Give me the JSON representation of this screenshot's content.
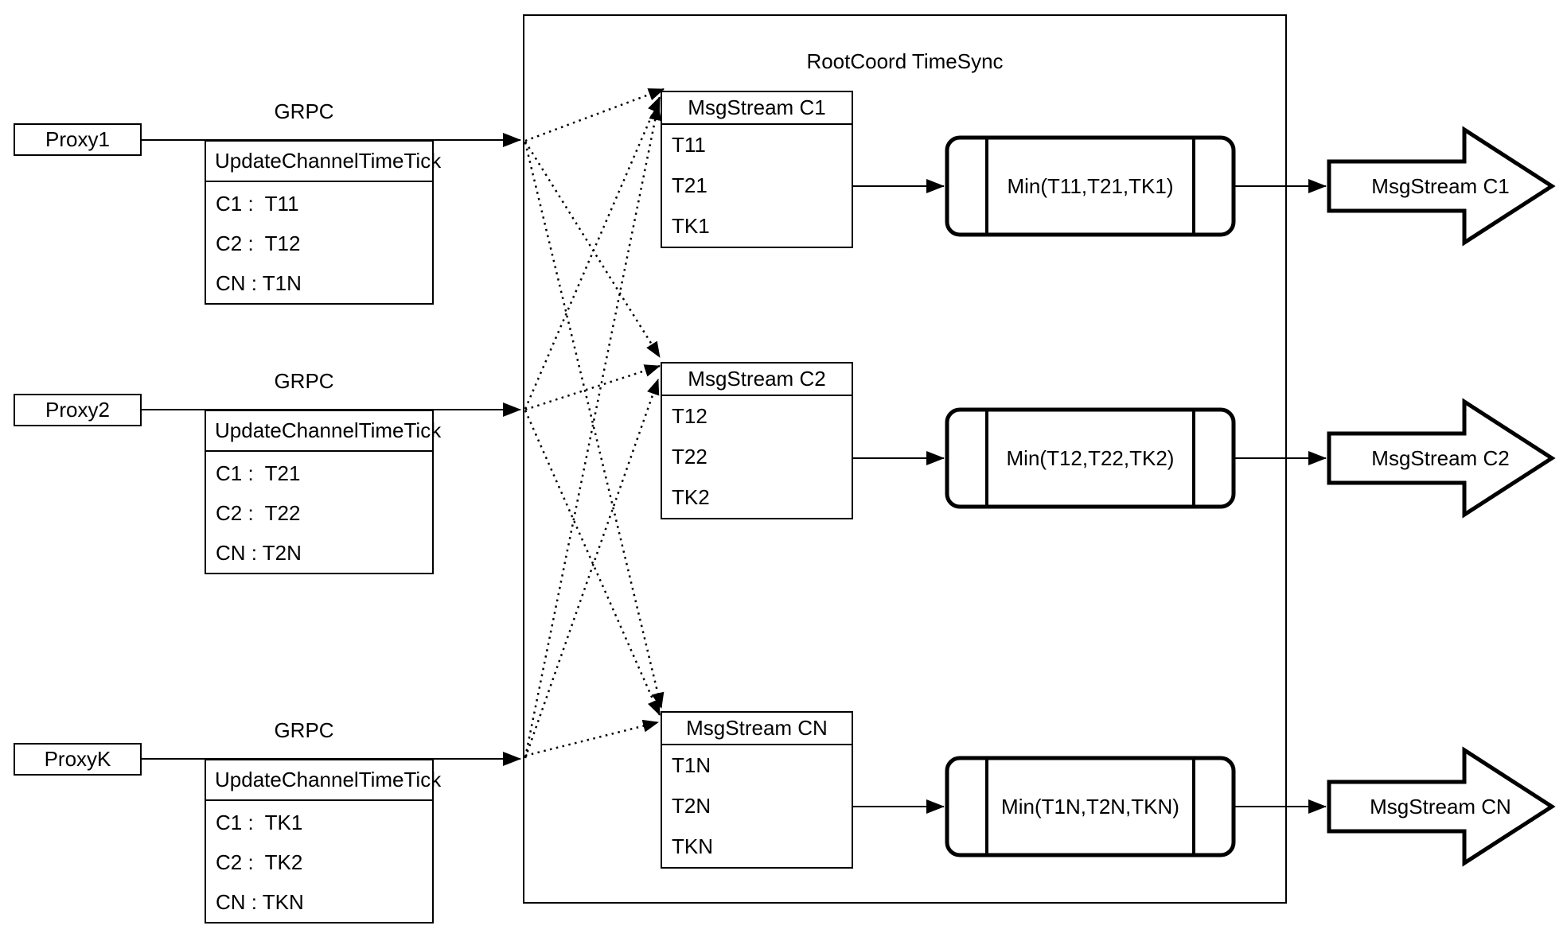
{
  "diagram": {
    "title": "RootCoord TimeSync",
    "grpc_label": "GRPC",
    "update_channel_title": "UpdateChannelTimeTick",
    "rows": [
      {
        "proxy_label": "Proxy1",
        "ticks": [
          "C1 :  T11",
          "C2 :  T12",
          "CN : T1N"
        ],
        "stream_title": "MsgStream C1",
        "stream_values": [
          "T11",
          "T21",
          "TK1"
        ],
        "min_label": "Min(T11,T21,TK1)",
        "output_label": "MsgStream C1"
      },
      {
        "proxy_label": "Proxy2",
        "ticks": [
          "C1 :  T21",
          "C2 :  T22",
          "CN : T2N"
        ],
        "stream_title": "MsgStream C2",
        "stream_values": [
          "T12",
          "T22",
          "TK2"
        ],
        "min_label": "Min(T12,T22,TK2)",
        "output_label": "MsgStream C2"
      },
      {
        "proxy_label": "ProxyK",
        "ticks": [
          "C1 :  TK1",
          "C2 :  TK2",
          "CN : TKN"
        ],
        "stream_title": "MsgStream CN",
        "stream_values": [
          "T1N",
          "T2N",
          "TKN"
        ],
        "min_label": "Min(T1N,T2N,TKN)",
        "output_label": "MsgStream CN"
      }
    ],
    "colors": {
      "stroke": "#000000",
      "background": "#ffffff"
    }
  }
}
